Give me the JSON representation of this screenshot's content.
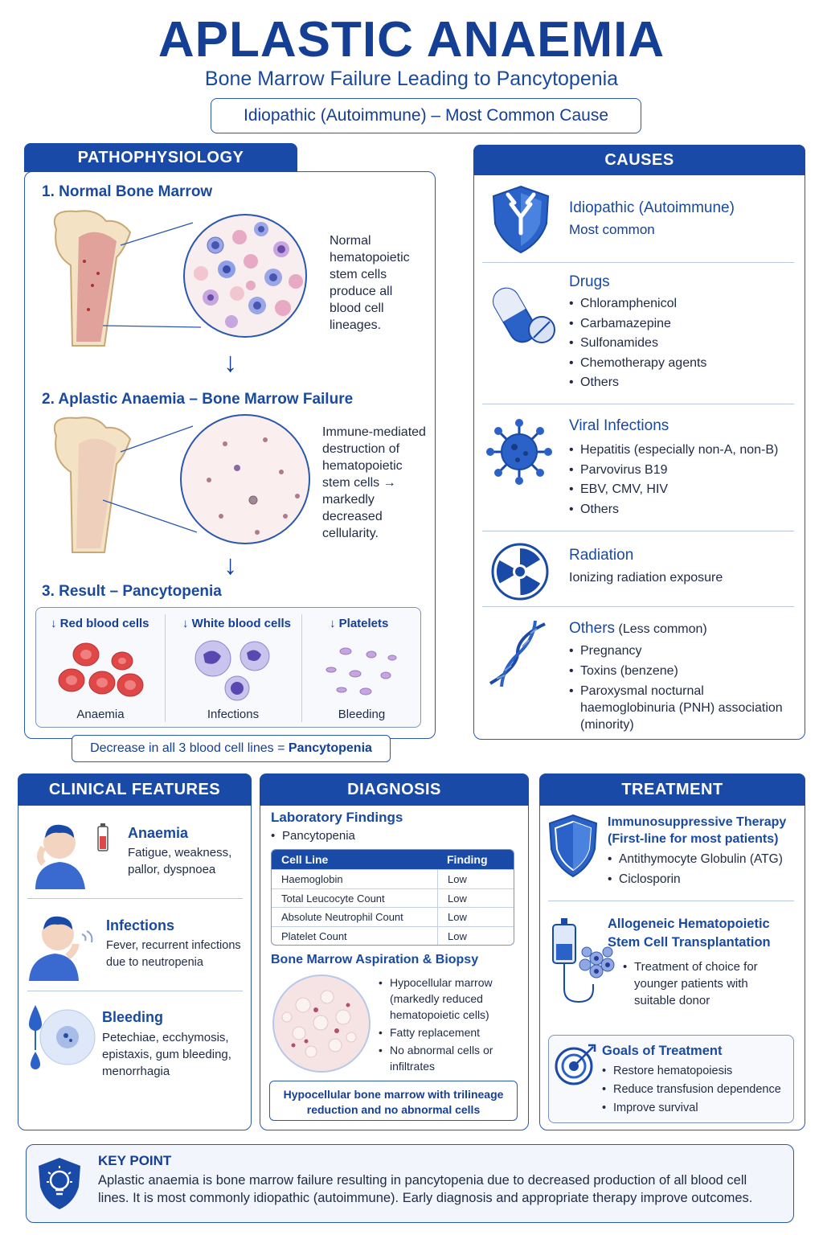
{
  "header": {
    "title": "APLASTIC ANAEMIA",
    "subtitle": "Bone Marrow Failure Leading to Pancytopenia",
    "tagline": "Idiopathic (Autoimmune) – Most Common Cause"
  },
  "patho": {
    "heading": "PATHOPHYSIOLOGY",
    "step1_title": "1. Normal Bone Marrow",
    "step1_text": "Normal hematopoietic stem cells produce all blood cell lineages.",
    "step2_title": "2. Aplastic Anaemia – Bone Marrow Failure",
    "step2_text": "Immune-mediated destruction of hematopoietic stem cells → markedly decreased cellularity.",
    "step3_title": "3. Result – Pancytopenia",
    "results": [
      {
        "label": "↓ Red blood cells",
        "effect": "Anaemia"
      },
      {
        "label": "↓ White blood cells",
        "effect": "Infections"
      },
      {
        "label": "↓ Platelets",
        "effect": "Bleeding"
      }
    ],
    "summary_prefix": "Decrease in all 3 blood cell lines = ",
    "summary_bold": "Pancytopenia"
  },
  "causes": {
    "heading": "CAUSES",
    "idiopathic_title": "Idiopathic (Autoimmune)",
    "idiopathic_sub": "Most common",
    "drugs_title": "Drugs",
    "drugs": [
      "Chloramphenicol",
      "Carbamazepine",
      "Sulfonamides",
      "Chemotherapy agents",
      "Others"
    ],
    "viral_title": "Viral Infections",
    "viral": [
      "Hepatitis (especially non-A, non-B)",
      "Parvovirus B19",
      "EBV, CMV, HIV",
      "Others"
    ],
    "radiation_title": "Radiation",
    "radiation_text": "Ionizing radiation exposure",
    "others_title": "Others",
    "others_note": "(Less common)",
    "others": [
      "Pregnancy",
      "Toxins (benzene)",
      "Paroxysmal nocturnal haemoglobinuria (PNH) association (minority)"
    ]
  },
  "clinical": {
    "heading": "CLINICAL FEATURES",
    "items": [
      {
        "title": "Anaemia",
        "text": "Fatigue, weakness, pallor, dyspnoea"
      },
      {
        "title": "Infections",
        "text": "Fever, recurrent infections due to neutropenia"
      },
      {
        "title": "Bleeding",
        "text": "Petechiae, ecchymosis, epistaxis, gum bleeding, menorrhagia"
      }
    ]
  },
  "diagnosis": {
    "heading": "DIAGNOSIS",
    "lab_title": "Laboratory Findings",
    "lab_bullet": "Pancytopenia",
    "table_headers": [
      "Cell Line",
      "Finding"
    ],
    "table_rows": [
      [
        "Haemoglobin",
        "Low"
      ],
      [
        "Total Leucocyte Count",
        "Low"
      ],
      [
        "Absolute Neutrophil Count",
        "Low"
      ],
      [
        "Platelet Count",
        "Low"
      ]
    ],
    "bm_title": "Bone Marrow Aspiration & Biopsy",
    "bm_points": [
      "Hypocellular marrow (markedly reduced hematopoietic cells)",
      "Fatty replacement",
      "No abnormal cells or infiltrates"
    ],
    "bm_summary": "Hypocellular bone marrow with trilineage reduction and no abnormal cells"
  },
  "treatment": {
    "heading": "TREATMENT",
    "ist_title": "Immunosuppressive Therapy (First-line for most patients)",
    "ist_points": [
      "Antithymocyte Globulin (ATG)",
      "Ciclosporin"
    ],
    "hsct_title": "Allogeneic Hematopoietic Stem Cell Transplantation",
    "hsct_points": [
      "Treatment of choice for younger patients with suitable donor"
    ],
    "goals_title": "Goals of Treatment",
    "goals": [
      "Restore hematopoiesis",
      "Reduce transfusion dependence",
      "Improve survival"
    ]
  },
  "key_point": {
    "title": "KEY POINT",
    "text": "Aplastic anaemia is bone marrow failure resulting in pancytopenia due to decreased production of all blood cell lines. It is most commonly idiopathic (autoimmune). Early diagnosis and appropriate therapy improve outcomes."
  },
  "colors": {
    "primary": "#1a4aa8",
    "title": "#153e95",
    "rbc": "#e04848",
    "wbc": "#7f7fd8"
  }
}
